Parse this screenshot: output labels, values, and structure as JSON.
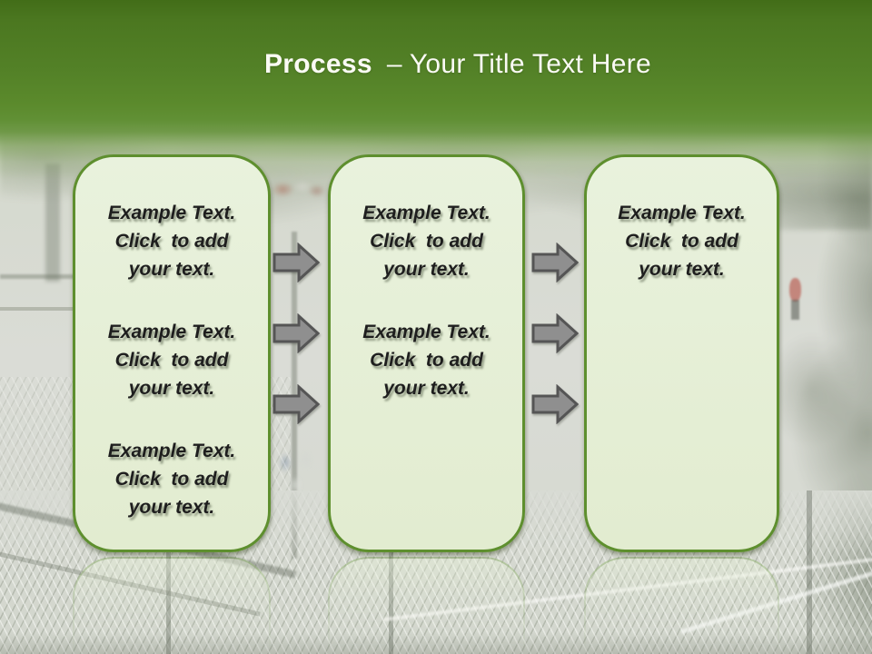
{
  "slide": {
    "title": {
      "keyword": "Process",
      "separator": "–",
      "rest": "Your Title Text Here"
    },
    "boxes": [
      {
        "paragraphs": [
          {
            "lines": [
              "Example Text.",
              "Click  to add",
              "your text."
            ]
          },
          {
            "lines": [
              "Example Text.",
              "Click  to add",
              "your text."
            ]
          },
          {
            "lines": [
              "Example Text.",
              "Click  to add",
              "your text."
            ]
          }
        ]
      },
      {
        "paragraphs": [
          {
            "lines": [
              "Example Text.",
              "Click  to add",
              "your text."
            ]
          },
          {
            "lines": [
              "Example Text.",
              "Click  to add",
              "your text."
            ]
          }
        ]
      },
      {
        "paragraphs": [
          {
            "lines": [
              "Example Text.",
              "Click  to add",
              "your text."
            ]
          }
        ]
      }
    ],
    "arrows": {
      "direction": "right",
      "groups": [
        {
          "count": 3
        },
        {
          "count": 3
        }
      ],
      "fill": "#8f8f8f",
      "stroke": "#555555"
    },
    "colors": {
      "header_green_top": "#426d18",
      "header_green_mid": "#5b8a2c",
      "box_fill": "#e5efd6",
      "box_border": "#5e8f2e",
      "title_text": "#fafaf4",
      "body_text": "#1e1e1e"
    }
  }
}
